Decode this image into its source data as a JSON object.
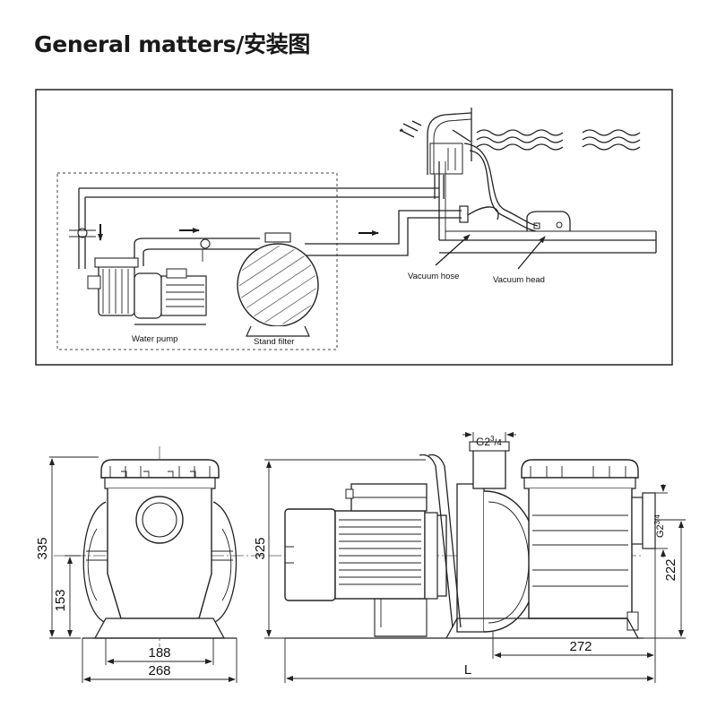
{
  "header": {
    "title": "General matters/安装图"
  },
  "installation_diagram": {
    "labels": {
      "water_pump": "Water pump",
      "stand_filter": "Stand filter",
      "vacuum_hose": "Vacuum hose",
      "vacuum_head": "Vacuum head"
    }
  },
  "dimension_drawing": {
    "front_view": {
      "height_total": "335",
      "height_axis": "153",
      "width_base": "188",
      "width_total": "268"
    },
    "side_view": {
      "height_outlet": "325",
      "outlet_size_top": "G2",
      "outlet_size_top_sup": "3",
      "outlet_size_top_sub": "/4",
      "inlet_size_side": "G2",
      "inlet_size_side_sup": "3/4",
      "height_inlet": "222",
      "length_inlet": "272",
      "length_total": "L"
    }
  }
}
